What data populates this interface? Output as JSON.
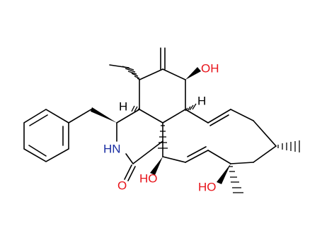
{
  "atom_labels": {
    "oh_top": "OH",
    "h_right": "H",
    "h_left": "H",
    "nh": "HN",
    "oh_bottom_left": "HO",
    "oh_bottom_right": "HO",
    "carbonyl_o": "O"
  },
  "colors": {
    "bond": "#000000",
    "oxygen": "#e8141b",
    "nitrogen": "#1a2ea3",
    "hydrogen": "#000000",
    "background": "#ffffff"
  }
}
